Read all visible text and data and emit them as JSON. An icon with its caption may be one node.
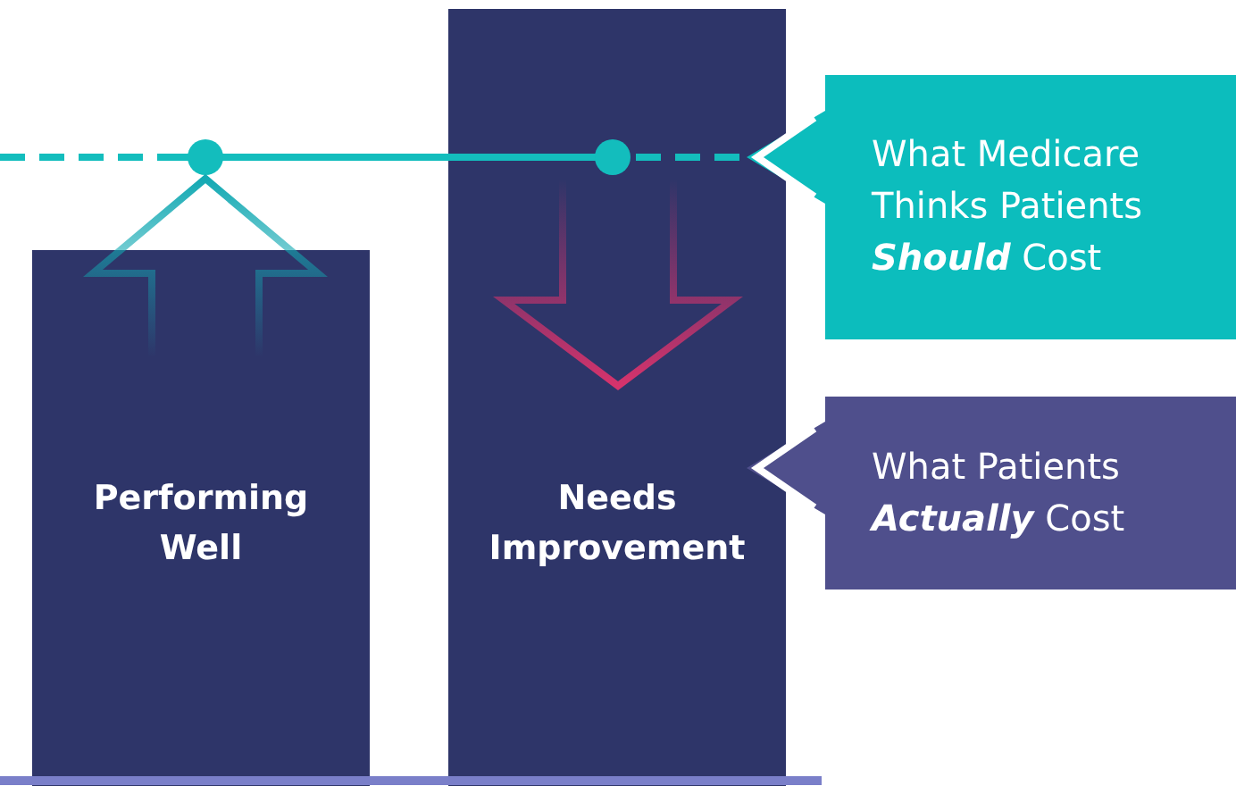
{
  "diagram": {
    "nodes": [
      {
        "text": [
          "Performing Well"
        ]
      },
      {
        "text": [
          "Needs Improvement"
        ]
      },
      {
        "text": [
          "What Medicare Thinks Patients **Should** Cost"
        ]
      },
      {
        "text": [
          "What Patients **Actually** Cost"
        ]
      }
    ]
  }
}
